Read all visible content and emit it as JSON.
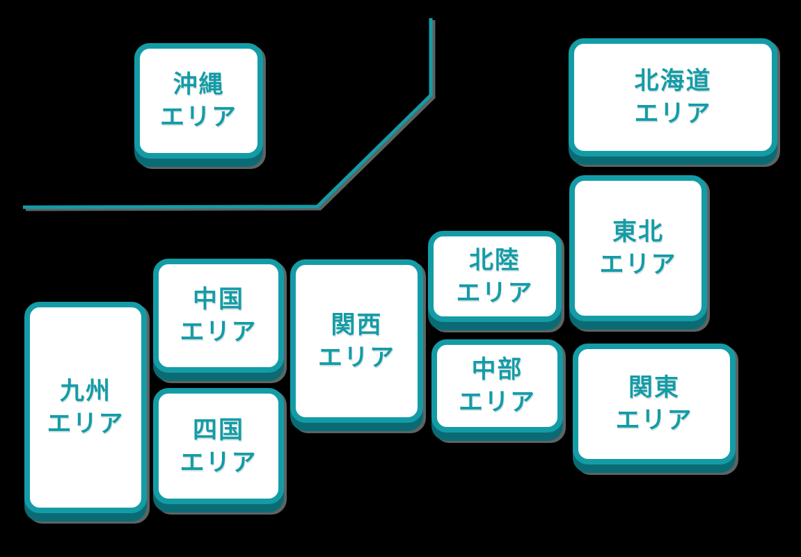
{
  "colors": {
    "bg": "#000000",
    "teal": "#149CA6",
    "teal_dark": "#0B6B74",
    "fill": "#FFFFFF",
    "edge_gray": "#5E6363"
  },
  "map": {
    "area_suffix": "エリア",
    "regions": [
      {
        "id": "okinawa",
        "name": "沖縄"
      },
      {
        "id": "hokkaido",
        "name": "北海道"
      },
      {
        "id": "tohoku",
        "name": "東北"
      },
      {
        "id": "hokuriku",
        "name": "北陸"
      },
      {
        "id": "kansai",
        "name": "関西"
      },
      {
        "id": "chugoku",
        "name": "中国"
      },
      {
        "id": "shikoku",
        "name": "四国"
      },
      {
        "id": "kyushu",
        "name": "九州"
      },
      {
        "id": "chubu",
        "name": "中部"
      },
      {
        "id": "kanto",
        "name": "関東"
      }
    ]
  }
}
